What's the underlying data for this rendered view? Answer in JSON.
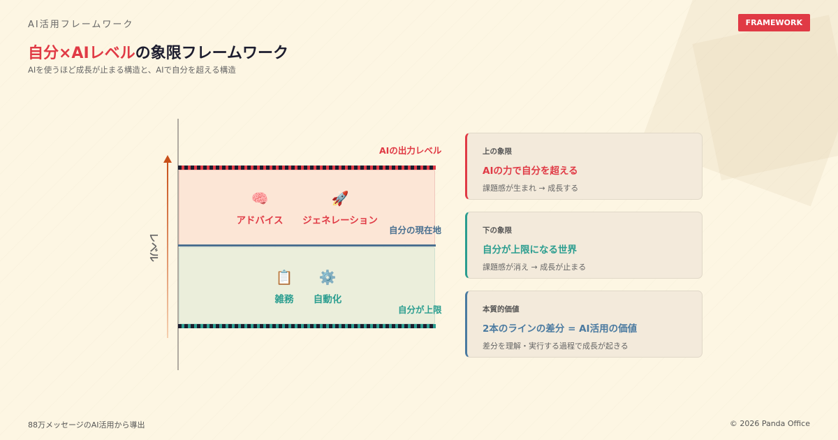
{
  "header": {
    "eyebrow": "AI活用フレームワーク",
    "badge": "FRAMEWORK",
    "title_highlight": "自分×AIレベル",
    "title_rest": "の象限フレームワーク",
    "subtitle": "AIを使うほど成長が止まる構造と、AIで自分を超える構造"
  },
  "diagram": {
    "y_axis_label": "レベル",
    "top_line_label": "AIの出力レベル",
    "middle_line_label": "自分の現在地",
    "bottom_line_label": "自分が上限",
    "upper_items": [
      {
        "icon": "brain-icon",
        "glyph": "🧠",
        "label": "アドバイス"
      },
      {
        "icon": "rocket-icon",
        "glyph": "🚀",
        "label": "ジェネレーション"
      }
    ],
    "lower_items": [
      {
        "icon": "clipboard-icon",
        "glyph": "📋",
        "label": "雑務"
      },
      {
        "icon": "gear-icon",
        "glyph": "⚙️",
        "label": "自動化"
      }
    ]
  },
  "cards": [
    {
      "kicker": "上の象限",
      "heading": "AIの力で自分を超える",
      "desc": "課題感が生まれ → 成長する",
      "color": "#e03a45"
    },
    {
      "kicker": "下の象限",
      "heading": "自分が上限になる世界",
      "desc": "課題感が消え → 成長が止まる",
      "color": "#2a9d8f"
    },
    {
      "kicker": "本質的価値",
      "heading": "2本のラインの差分 = AI活用の価値",
      "desc": "差分を理解・実行する過程で成長が起きる",
      "color": "#4a7aa0"
    }
  ],
  "footer": {
    "source": "88万メッセージのAI活用から導出",
    "copyright": "© 2026 Panda Office"
  }
}
